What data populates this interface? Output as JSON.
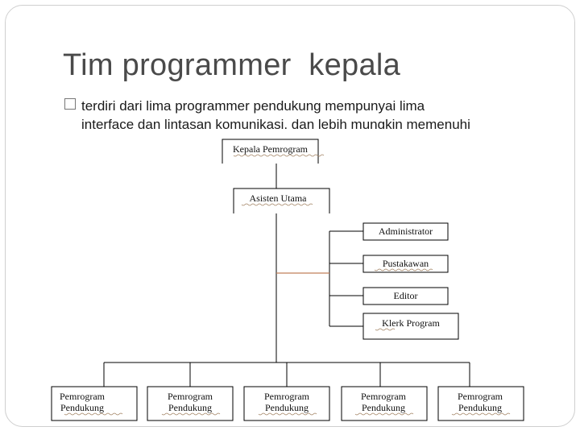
{
  "slide": {
    "title": "Tim programmer  kepala",
    "bullet_line1": "terdiri dari lima programmer pendukung mempunyai lima",
    "bullet_line2": "interface dan lintasan komunikasi, dan lebih mungkin memenuhi"
  },
  "org_chart": {
    "head": "Kepala Pemrogram",
    "assistant": "Asisten Utama",
    "staff": [
      "Administrator",
      "Pustakawan",
      "Editor",
      "Klerk Program"
    ],
    "supporters": [
      "Pemrogram Pendukung",
      "Pemrogram Pendukung",
      "Pemrogram Pendukung",
      "Pemrogram Pendukung",
      "Pemrogram Pendukung"
    ],
    "supporter_line1": "Pemrogram",
    "supporter_line2": "Pendukung",
    "colors": {
      "line": "#000000",
      "highlight_line": "#c0815a"
    }
  }
}
